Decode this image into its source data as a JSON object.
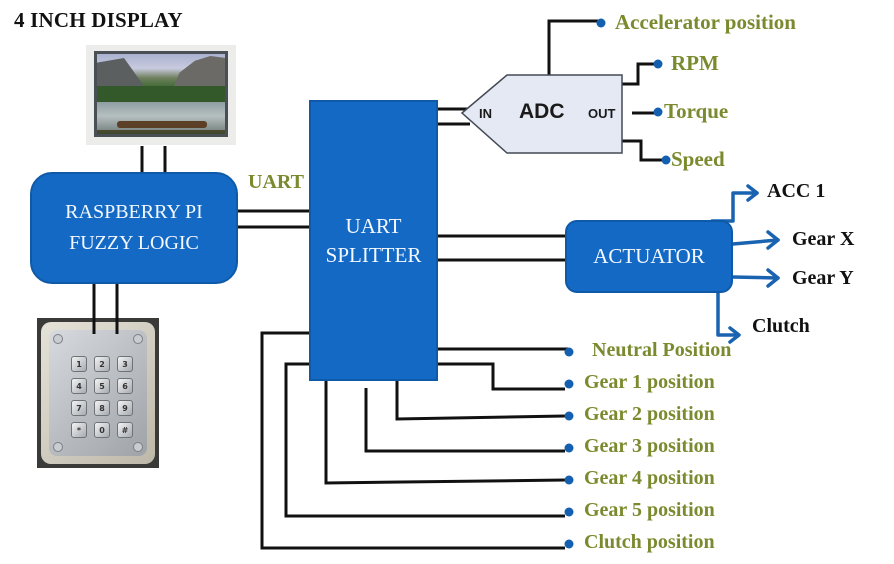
{
  "title": "4 INCH DISPLAY",
  "blocks": {
    "rpi": {
      "line1": "RASPBERRY PI",
      "line2": "FUZZY LOGIC"
    },
    "splitter": {
      "line1": "UART",
      "line2": "SPLITTER"
    },
    "actuator": {
      "label": "ACTUATOR"
    },
    "adc": {
      "label": "ADC",
      "in": "IN",
      "out": "OUT"
    }
  },
  "uart_label": "UART",
  "adc_outputs": {
    "accelerator": "Accelerator position",
    "rpm": "RPM",
    "torque": "Torque",
    "speed": "Speed"
  },
  "actuator_outputs": [
    "ACC 1",
    "Gear X",
    "Gear Y",
    "Clutch"
  ],
  "splitter_inputs": [
    "Neutral Position",
    "Gear 1 position",
    "Gear 2 position",
    "Gear 3 position",
    "Gear 4 position",
    "Gear 5 position",
    "Clutch position"
  ],
  "keypad": {
    "keys": [
      "1",
      "2",
      "3",
      "4",
      "5",
      "6",
      "7",
      "8",
      "9",
      "*",
      "0",
      "#"
    ]
  },
  "images": {
    "display": "landscape-photo",
    "keypad": "metal-keypad-photo"
  },
  "colors": {
    "block_blue": "#1469c4",
    "label_green": "#7a8a2e",
    "dot_blue": "#1460b0",
    "arrow_blue": "#1a63b0",
    "adc_fill": "#e4e9f4",
    "wire": "#111111"
  }
}
